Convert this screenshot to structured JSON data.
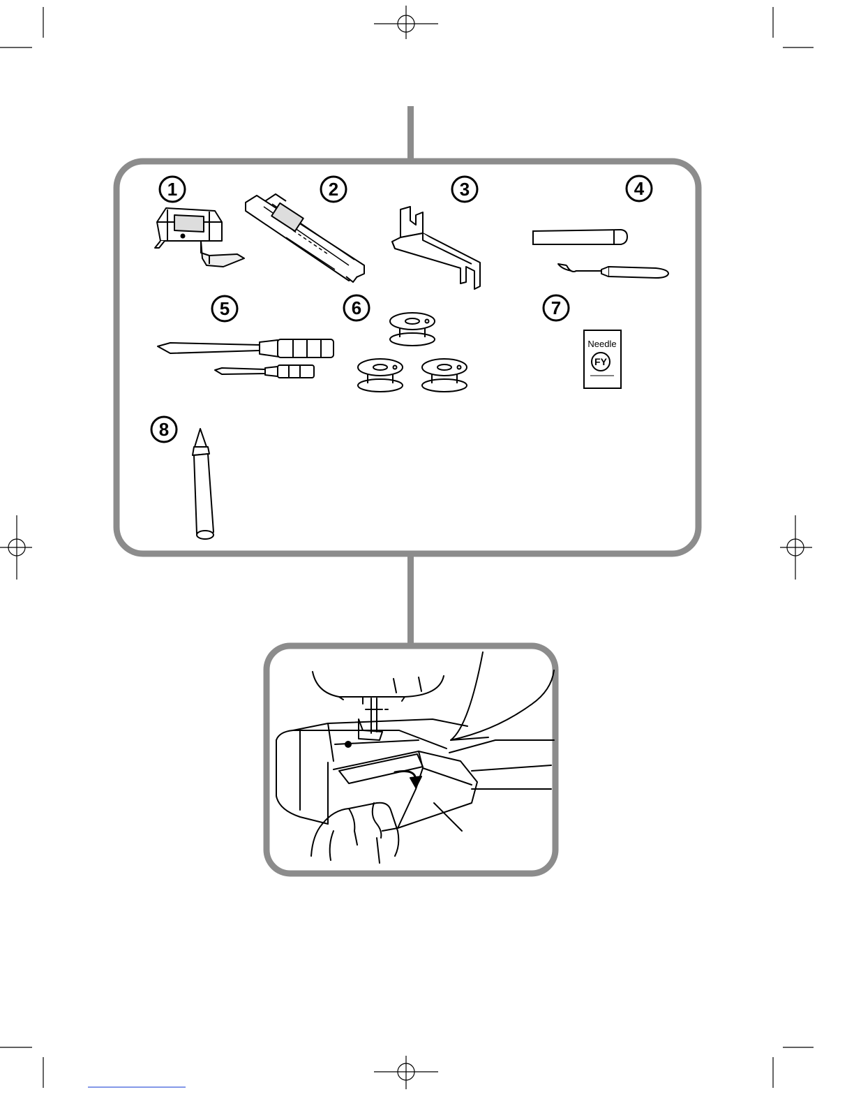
{
  "accessories": {
    "items": [
      {
        "number": "1"
      },
      {
        "number": "2"
      },
      {
        "number": "3"
      },
      {
        "number": "4"
      },
      {
        "number": "5"
      },
      {
        "number": "6"
      },
      {
        "number": "7"
      },
      {
        "number": "8"
      }
    ],
    "needle_pack": {
      "label": "Needle",
      "brand": "FY"
    }
  },
  "colors": {
    "frame": "#8c8c8c",
    "line": "#000000"
  }
}
